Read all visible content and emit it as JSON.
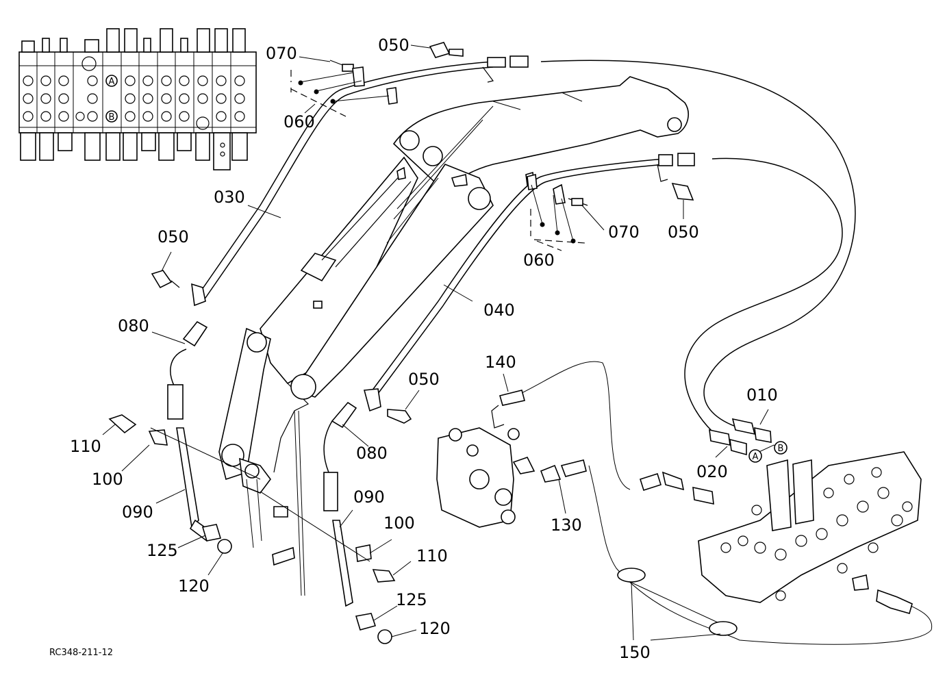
{
  "diagram": {
    "code": "RC348-211-12",
    "circle_a": "A",
    "circle_b": "B",
    "labels": {
      "l010": "010",
      "l020": "020",
      "l030": "030",
      "l040": "040",
      "l050a": "050",
      "l050b": "050",
      "l050c": "050",
      "l050d": "050",
      "l060a": "060",
      "l060b": "060",
      "l070a": "070",
      "l070b": "070",
      "l080a": "080",
      "l080b": "080",
      "l090a": "090",
      "l090b": "090",
      "l100a": "100",
      "l100b": "100",
      "l110a": "110",
      "l110b": "110",
      "l120a": "120",
      "l120b": "120",
      "l125a": "125",
      "l125b": "125",
      "l130": "130",
      "l140": "140",
      "l150": "150"
    }
  }
}
